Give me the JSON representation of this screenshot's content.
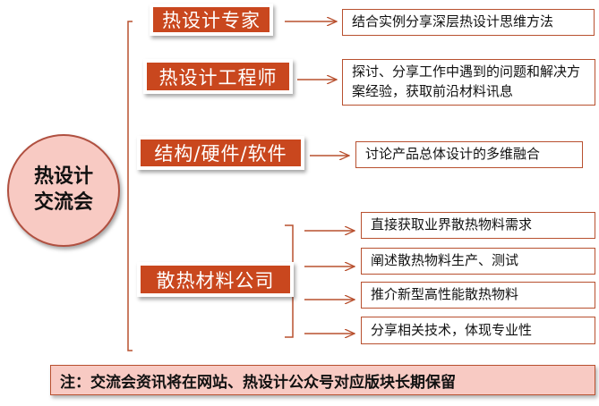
{
  "center": {
    "line1": "热设计",
    "line2": "交流会"
  },
  "categories": [
    {
      "label": "热设计专家",
      "descriptions": [
        "结合实例分享深层热设计思维方法"
      ]
    },
    {
      "label": "热设计工程师",
      "descriptions": [
        "探讨、分享工作中遇到的问题和解决方案经验，获取前沿材料讯息"
      ]
    },
    {
      "label": "结构/硬件/软件",
      "descriptions": [
        "讨论产品总体设计的多维融合"
      ]
    },
    {
      "label": "散热材料公司",
      "descriptions": [
        "直接获取业界散热物料需求",
        "阐述散热物料生产、测试",
        "推介新型高性能散热物料",
        "分享相关技术，体现专业性"
      ]
    }
  ],
  "note": "注：交流会资讯将在网站、热设计公众号对应版块长期保留",
  "colors": {
    "accent": "#c9471e",
    "pink": "#f8cac3",
    "line": "#b8502f"
  }
}
